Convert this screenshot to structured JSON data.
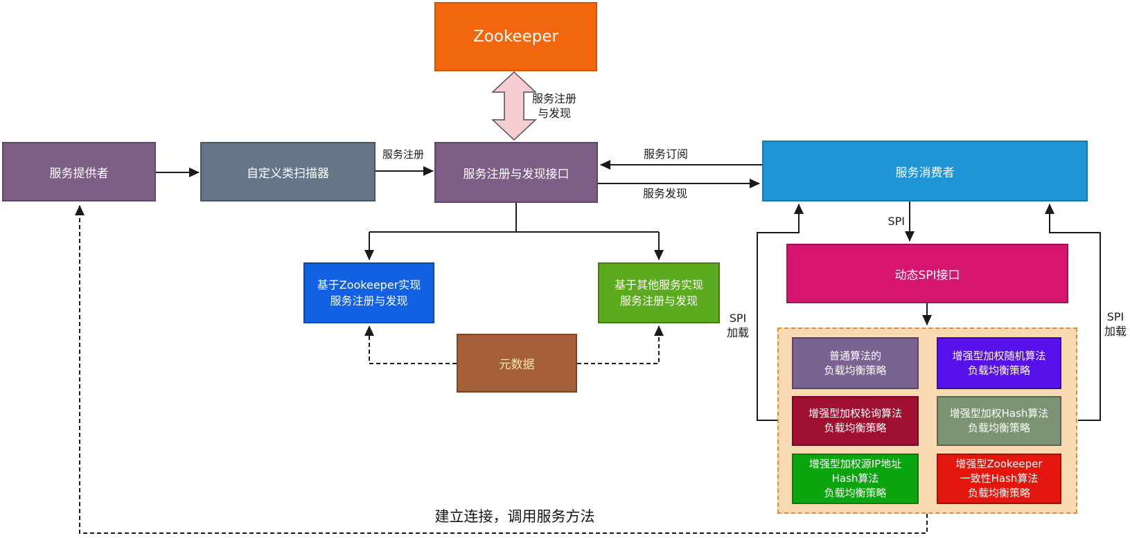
{
  "nodes": {
    "zookeeper": {
      "label": "Zookeeper",
      "fill": "#f2660d"
    },
    "provider": {
      "label": "服务提供者",
      "fill": "#7d5e87"
    },
    "scanner": {
      "label": "自定义类扫描器",
      "fill": "#647688"
    },
    "registry_interface": {
      "label": "服务注册与发现接口",
      "fill": "#7d5e87"
    },
    "consumer": {
      "label": "服务消费者",
      "fill": "#2095d5"
    },
    "impl_zk": {
      "lines": [
        "基于Zookeeper实现",
        "服务注册与发现"
      ],
      "fill": "#1261e3"
    },
    "impl_other": {
      "lines": [
        "基于其他服务实现",
        "服务注册与发现"
      ],
      "fill": "#5caa1f"
    },
    "metadata": {
      "label": "元数据",
      "fill": "#a5603a",
      "text_color": "#f9e7a0"
    },
    "dynamic_spi": {
      "label": "动态SPI接口",
      "fill": "#d5156e"
    }
  },
  "edge_labels": {
    "register_discover": {
      "lines": [
        "服务注册",
        "与发现"
      ]
    },
    "service_register": "服务注册",
    "service_subscribe": "服务订阅",
    "service_discover": "服务发现",
    "spi": "SPI",
    "spi_load_left": {
      "lines": [
        "SPI",
        "加载"
      ]
    },
    "spi_load_right": {
      "lines": [
        "SPI",
        "加载"
      ]
    },
    "connect": "建立连接，调用服务方法"
  },
  "strategy_group": {
    "fill": "#f8d9b2",
    "border": "#dd8f33",
    "items": [
      {
        "lines": [
          "普通算法的",
          "负载均衡策略"
        ],
        "fill": "#7a6391"
      },
      {
        "lines": [
          "增强型加权随机算法",
          "负载均衡策略"
        ],
        "fill": "#5712ec"
      },
      {
        "lines": [
          "增强型加权轮询算法",
          "负载均衡策略"
        ],
        "fill": "#a01030"
      },
      {
        "lines": [
          "增强型加权Hash算法",
          "负载均衡策略"
        ],
        "fill": "#7c9471"
      },
      {
        "lines": [
          "增强型加权源IP地址",
          "Hash算法",
          "负载均衡策略"
        ],
        "fill": "#0aa50f"
      },
      {
        "lines": [
          "增强型Zookeeper",
          "一致性Hash算法",
          "负载均衡策略"
        ],
        "fill": "#e3170d"
      }
    ]
  },
  "colors": {
    "pink_arrow_fill": "#f8cdd2",
    "connector_stroke": "#1a1a1a"
  }
}
